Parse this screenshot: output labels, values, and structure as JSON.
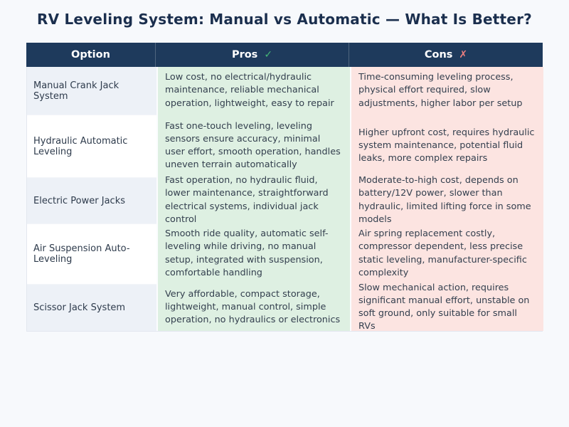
{
  "title": "RV Leveling System: Manual vs Automatic — What Is Better?",
  "chart_data": {
    "type": "table",
    "title": "RV Leveling System: Manual vs Automatic — What Is Better?",
    "columns": [
      "Option",
      "Pros",
      "Cons"
    ],
    "header_icons": {
      "pros": "✓",
      "cons": "✗"
    },
    "rows": [
      {
        "option": "Manual Crank Jack System",
        "pros": "Low cost, no electrical/hydraulic maintenance, reliable mechanical operation, lightweight, easy to repair",
        "cons": "Time-consuming leveling process, physical effort required, slow adjustments, higher labor per setup"
      },
      {
        "option": "Hydraulic Automatic Leveling",
        "pros": "Fast one-touch leveling, leveling sensors ensure accuracy, minimal user effort, smooth operation, handles uneven terrain automatically",
        "cons": "Higher upfront cost, requires hydraulic system maintenance, potential fluid leaks, more complex repairs"
      },
      {
        "option": "Electric Power Jacks",
        "pros": "Fast operation, no hydraulic fluid, lower maintenance, straightforward electrical systems, individual jack control",
        "cons": "Moderate-to-high cost, depends on battery/12V power, slower than hydraulic, limited lifting force in some models"
      },
      {
        "option": "Air Suspension Auto-Leveling",
        "pros": "Smooth ride quality, automatic self-leveling while driving, no manual setup, integrated with suspension, comfortable handling",
        "cons": "Air spring replacement costly, compressor dependent, less precise static leveling, manufacturer-specific complexity"
      },
      {
        "option": "Scissor Jack System",
        "pros": "Very affordable, compact storage, lightweight, manual control, simple operation, no hydraulics or electronics",
        "cons": "Slow mechanical action, requires significant manual effort, unstable on soft ground, only suitable for small RVs"
      }
    ],
    "layout": {
      "header_position": "top",
      "grid": false
    }
  },
  "colors": {
    "page_bg": "#f7f9fc",
    "header_bg": "#1e3a5c",
    "header_text": "#ffffff",
    "title_text": "#1b2f4e",
    "pros_cell_bg": "#def0e2",
    "cons_cell_bg": "#fce4e1",
    "option_alt_bg": "#edf1f7",
    "option_bg": "#ffffff",
    "body_text": "#333f4e",
    "check_green": "#45b877",
    "cross_red": "#ee7f7f"
  }
}
